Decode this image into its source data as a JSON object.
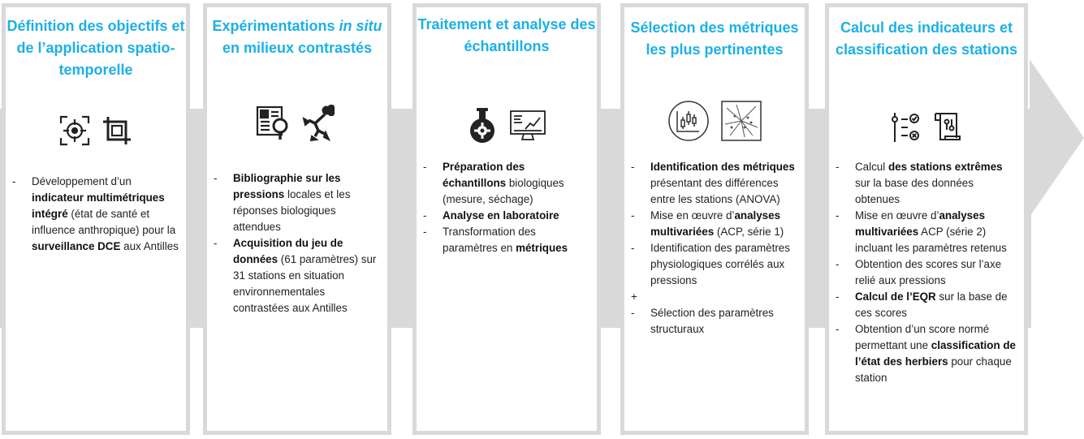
{
  "panels": [
    {
      "title_parts": [
        {
          "t": "Définition des objectifs et de l’application spatio-temporelle"
        }
      ],
      "icons": [
        "target-icon",
        "crop-icon"
      ],
      "items": [
        {
          "parts": [
            {
              "t": "Développement d’un "
            },
            {
              "t": "indicateur multimétriques intégré",
              "b": true
            },
            {
              "t": " (état de santé et influence anthropique) pour la "
            },
            {
              "t": "surveillance DCE",
              "b": true
            },
            {
              "t": " aux Antilles"
            }
          ]
        }
      ]
    },
    {
      "title_parts": [
        {
          "t": "Expérimentations "
        },
        {
          "t": "in situ",
          "i": true
        },
        {
          "t": " en milieux contrastés"
        }
      ],
      "icons": [
        "research-document-icon",
        "diver-icon"
      ],
      "items": [
        {
          "parts": [
            {
              "t": "Bibliographie sur les pressions",
              "b": true
            },
            {
              "t": " locales et les réponses biologiques attendues"
            }
          ]
        },
        {
          "parts": [
            {
              "t": "Acquisition du jeu de données",
              "b": true
            },
            {
              "t": " (61 paramètres) sur 31 stations en situation environnementales contrastées aux Antilles"
            }
          ]
        }
      ]
    },
    {
      "title_parts": [
        {
          "t": "Traitement et analyse des échantillons"
        }
      ],
      "icons": [
        "flask-gear-icon",
        "monitor-chart-icon"
      ],
      "items": [
        {
          "parts": [
            {
              "t": "Préparation des échantillons",
              "b": true
            },
            {
              "t": " biologiques (mesure, séchage)"
            }
          ]
        },
        {
          "parts": [
            {
              "t": "Analyse en laboratoire",
              "b": true
            }
          ]
        },
        {
          "parts": [
            {
              "t": "Transformation des paramètres en "
            },
            {
              "t": "métriques",
              "b": true
            }
          ]
        }
      ]
    },
    {
      "title_parts": [
        {
          "t": "Sélection des métriques les plus pertinentes"
        }
      ],
      "icons": [
        "boxplot-icon",
        "scatter-plot-icon"
      ],
      "items": [
        {
          "parts": [
            {
              "t": "Identification des métriques",
              "b": true
            },
            {
              "t": " présentant des différences entre les stations (ANOVA)"
            }
          ]
        },
        {
          "parts": [
            {
              "t": "Mise en œuvre d’"
            },
            {
              "t": "analyses multivariées",
              "b": true
            },
            {
              "t": " (ACP, série 1)"
            }
          ]
        },
        {
          "parts": [
            {
              "t": "Identification des paramètres physiologiques corrélés aux pressions"
            }
          ]
        },
        {
          "plus": true,
          "parts": [
            {
              "t": ""
            }
          ]
        },
        {
          "parts": [
            {
              "t": "Sélection des paramètres structuraux"
            }
          ]
        }
      ]
    },
    {
      "title_parts": [
        {
          "t": "Calcul des indicateurs et classification des stations"
        }
      ],
      "icons": [
        "checklist-icon",
        "scroll-icon"
      ],
      "items": [
        {
          "parts": [
            {
              "t": "Calcul "
            },
            {
              "t": "des stations extrêmes",
              "b": true
            },
            {
              "t": " sur la base des données obtenues"
            }
          ]
        },
        {
          "parts": [
            {
              "t": "Mise en œuvre d’"
            },
            {
              "t": "analyses multivariées",
              "b": true
            },
            {
              "t": " ACP (série 2) incluant les paramètres retenus"
            }
          ]
        },
        {
          "parts": [
            {
              "t": "Obtention des scores sur l’axe relié aux pressions"
            }
          ]
        },
        {
          "parts": [
            {
              "t": "Calcul de l’EQR",
              "b": true
            },
            {
              "t": " sur la base de ces scores"
            }
          ]
        },
        {
          "parts": [
            {
              "t": "Obtention d’un score normé permettant une "
            },
            {
              "t": "classification de l’état des herbiers",
              "b": true
            },
            {
              "t": " pour chaque station"
            }
          ]
        }
      ]
    }
  ],
  "colors": {
    "title": "#1cb0e6",
    "arrow": "#d9d9d9",
    "text": "#222222"
  }
}
